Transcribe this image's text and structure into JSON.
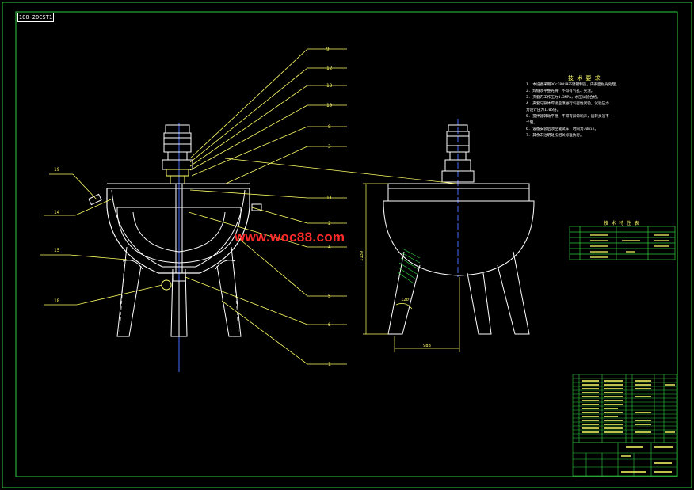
{
  "drawing": {
    "stamp": "100-20CST1",
    "watermark": "www.woc88.com"
  },
  "balloons": {
    "left": [
      "19",
      "14",
      "15",
      "18"
    ],
    "right": [
      "9",
      "12",
      "13",
      "10",
      "8",
      "3",
      "11",
      "2",
      "4",
      "5",
      "6",
      "1"
    ]
  },
  "dimensions": {
    "height": "1139",
    "angle": "120°",
    "base": "983"
  },
  "tech": {
    "title": "技 术 要 求",
    "notes": [
      "1. 本设备采用0Cr18Ni9不锈钢制造，内表面抛光处理。",
      "2. 焊缝须平整光滑，不得有气孔、夹渣。",
      "3. 夹套内工作压力0.3MPa，水压试验合格。",
      "4. 夹套与锅体焊接后须进行气密性试验，试验压力",
      "   为设计压力1.05倍。",
      "5. 搅拌器转动平稳，不得有异常响声，运转灵活不",
      "   卡阻。",
      "6. 设备安装后须空载试车，时间为30min。",
      "7. 其余未注明处按相关标准执行。"
    ]
  },
  "tech_table": {
    "title": "技 术 特 性 表"
  }
}
